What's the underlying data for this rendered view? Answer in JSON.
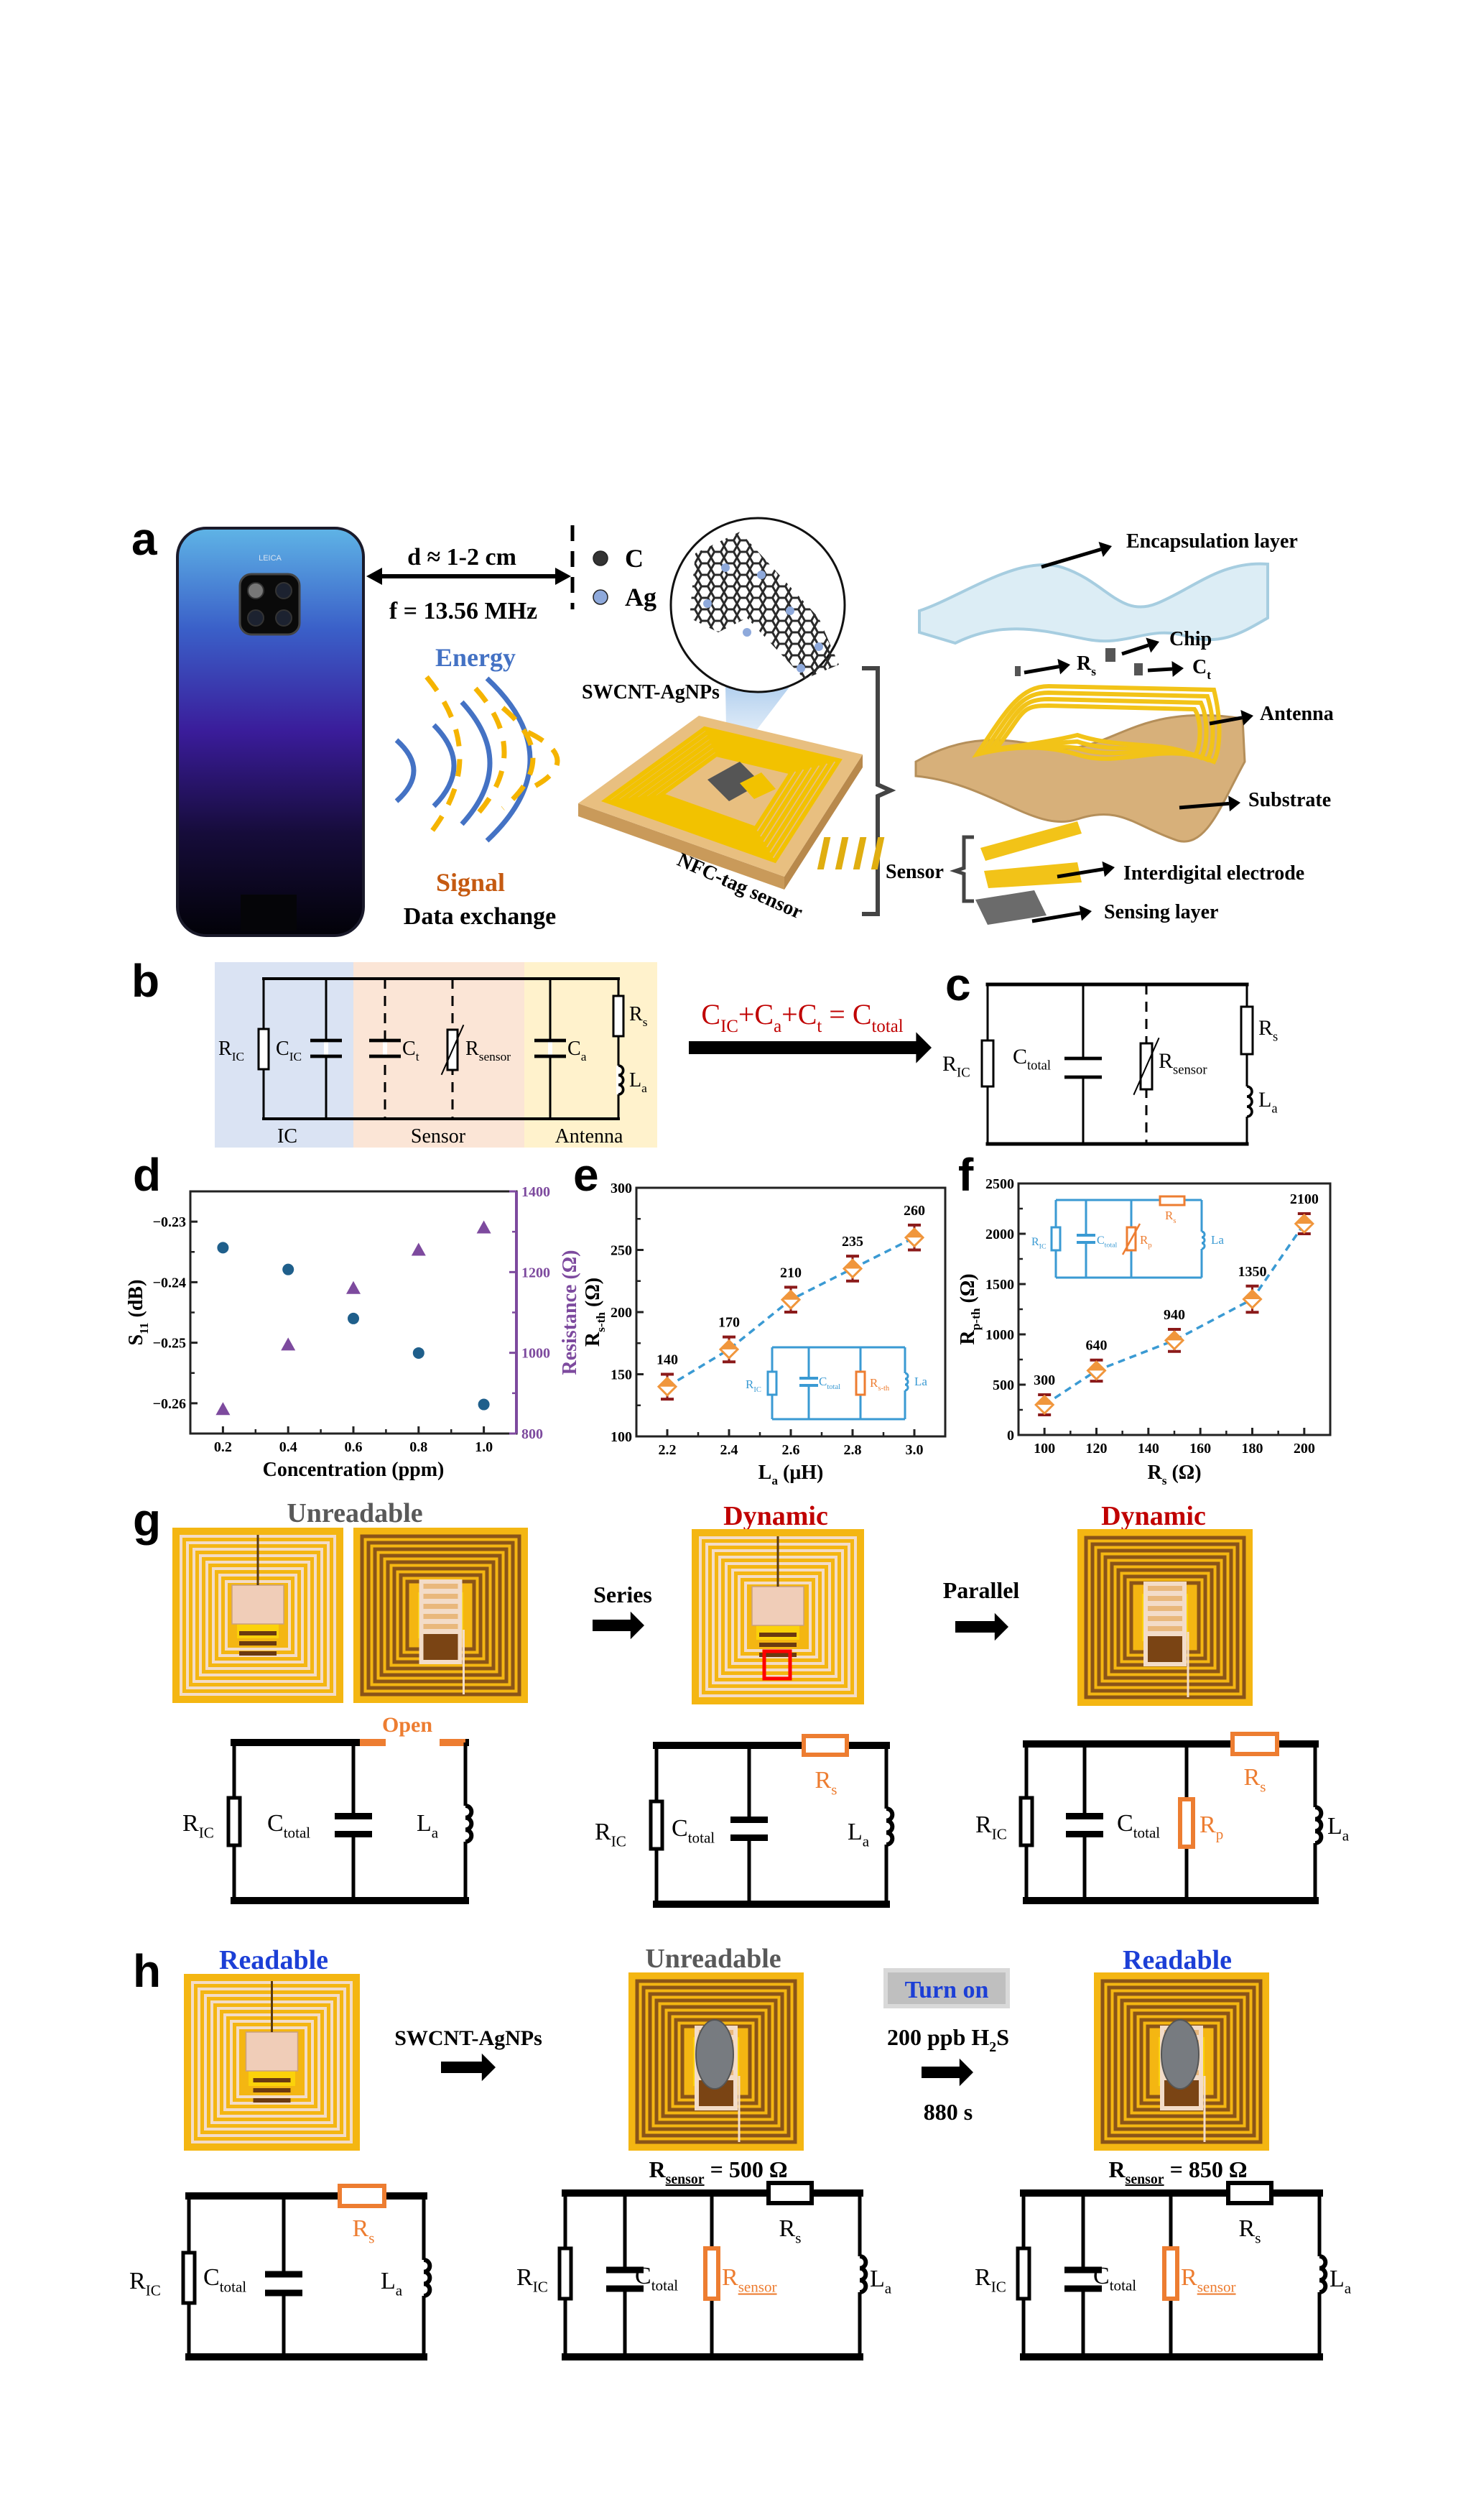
{
  "panel_labels": {
    "a": "a",
    "b": "b",
    "c": "c",
    "d": "d",
    "e": "e",
    "f": "f",
    "g": "g",
    "h": "h"
  },
  "colors": {
    "ic_region": "#dae3f3",
    "sensor_region": "#fbe5d6",
    "antenna_region": "#fff2cc",
    "highlight": "#ed7d31",
    "inset": "#3a9ad3",
    "red_title": "#c00000",
    "blue_title": "#1c3fd6",
    "gray_title": "#595959",
    "equation": "#c00000",
    "energy": "#4472c4",
    "signal": "#c55a11",
    "marker": "#f0963c",
    "error_bar": "#8b1a1a",
    "s11_marker": "#1f5f8b",
    "resistance_marker": "#7d4a9e"
  },
  "symbols": {
    "R_IC": [
      "R",
      "IC"
    ],
    "C_IC": [
      "C",
      "IC"
    ],
    "C_t": [
      "C",
      "t"
    ],
    "C_a": [
      "C",
      "a"
    ],
    "C_total": [
      "C",
      "total"
    ],
    "R_sensor": [
      "R",
      "sensor"
    ],
    "R_s": [
      "R",
      "s"
    ],
    "L_a": [
      "L",
      "a"
    ],
    "R_p": [
      "R",
      "p"
    ],
    "R_sth": [
      "R",
      "s-th"
    ],
    "La": "La"
  },
  "panel_a": {
    "phone_logo": "LEICA",
    "distance": "d ≈ 1-2 cm",
    "frequency": "f = 13.56 MHz",
    "legend": [
      {
        "label": "C",
        "color": "#333333"
      },
      {
        "label": "Ag",
        "color": "#8ea9db"
      }
    ],
    "energy": "Energy",
    "signal": "Signal",
    "data_exchange": "Data exchange",
    "material": "SWCNT-AgNPs",
    "tag": "NFC-tag sensor",
    "layers": {
      "encapsulation": "Encapsulation layer",
      "chip": "Chip",
      "antenna": "Antenna",
      "substrate": "Substrate",
      "sensor": "Sensor",
      "electrode": "Interdigital electrode",
      "sensing": "Sensing layer"
    }
  },
  "panel_b": {
    "sections": [
      "IC",
      "Sensor",
      "Antenna"
    ]
  },
  "equation": [
    [
      "C",
      "IC"
    ],
    [
      "+C",
      "a"
    ],
    [
      "+C",
      "t"
    ],
    [
      " = C",
      "total"
    ]
  ],
  "chart_data": [
    {
      "type": "scatter",
      "title": "",
      "xlabel": "Concentration (ppm)",
      "ylabel": [
        "S",
        "11",
        " (dB)"
      ],
      "y2label": "Resistance (Ω)",
      "xlim": [
        0.1,
        1.1
      ],
      "ylim": [
        -0.265,
        -0.225
      ],
      "y2lim": [
        800,
        1400
      ],
      "xticks": [
        "0.2",
        "0.4",
        "0.6",
        "0.8",
        "1.0"
      ],
      "yticks": [
        "−0.23",
        "−0.24",
        "−0.25",
        "−0.26"
      ],
      "y2ticks": [
        "800",
        "1000",
        "1200",
        "1400"
      ],
      "x": [
        0.2,
        0.4,
        0.6,
        0.8,
        1.0
      ],
      "series": [
        {
          "axis": "left",
          "marker": "circle",
          "color": "#1f5f8b",
          "values": [
            -0.2343,
            -0.2379,
            -0.246,
            -0.2517,
            -0.2602
          ]
        },
        {
          "axis": "right",
          "marker": "triangle",
          "color": "#7d4a9e",
          "values": [
            860,
            1020,
            1160,
            1255,
            1310
          ]
        }
      ],
      "grid": false
    },
    {
      "type": "line",
      "title": "",
      "xlabel": [
        "L",
        "a",
        " (μH)"
      ],
      "ylabel": [
        "R",
        "s-th",
        " (Ω)"
      ],
      "xlim": [
        2.1,
        3.1
      ],
      "ylim": [
        100,
        300
      ],
      "xticks": [
        "2.2",
        "2.4",
        "2.6",
        "2.8",
        "3.0"
      ],
      "yticks": [
        "100",
        "150",
        "200",
        "250",
        "300"
      ],
      "x": [
        2.2,
        2.4,
        2.6,
        2.8,
        3.0
      ],
      "y": [
        140,
        170,
        210,
        235,
        260
      ],
      "error": [
        10,
        10,
        10,
        10,
        10
      ],
      "data_labels": [
        "140",
        "170",
        "210",
        "235",
        "260"
      ],
      "line_style": "dashed",
      "grid": false
    },
    {
      "type": "line",
      "title": "",
      "xlabel": [
        "R",
        "s",
        " (Ω)"
      ],
      "ylabel": [
        "R",
        "p-th",
        " (Ω)"
      ],
      "xlim": [
        90,
        210
      ],
      "ylim": [
        0,
        2500
      ],
      "xticks": [
        "100",
        "120",
        "140",
        "160",
        "180",
        "200"
      ],
      "yticks": [
        "0",
        "500",
        "1000",
        "1500",
        "2000",
        "2500"
      ],
      "x": [
        100,
        120,
        150,
        180,
        200
      ],
      "y": [
        300,
        640,
        940,
        1350,
        2100
      ],
      "error": [
        100,
        105,
        110,
        130,
        100
      ],
      "data_labels": [
        "300",
        "640",
        "940",
        "1350",
        "2100"
      ],
      "line_style": "dashed",
      "grid": false
    }
  ],
  "panel_g": {
    "states": [
      "Unreadable",
      "Dynamic",
      "Dynamic"
    ],
    "series": "Series",
    "parallel": "Parallel",
    "open": "Open"
  },
  "panel_h": {
    "states": [
      "Readable",
      "Unreadable",
      "Readable"
    ],
    "material": "SWCNT-AgNPs",
    "turn_on": "Turn on",
    "gas": [
      "200 ppb H",
      "2",
      "S"
    ],
    "time": "880 s",
    "r_sensor_1": [
      "R",
      "sensor",
      " = 500 Ω"
    ],
    "r_sensor_2": [
      "R",
      "sensor",
      " = 850 Ω"
    ]
  }
}
